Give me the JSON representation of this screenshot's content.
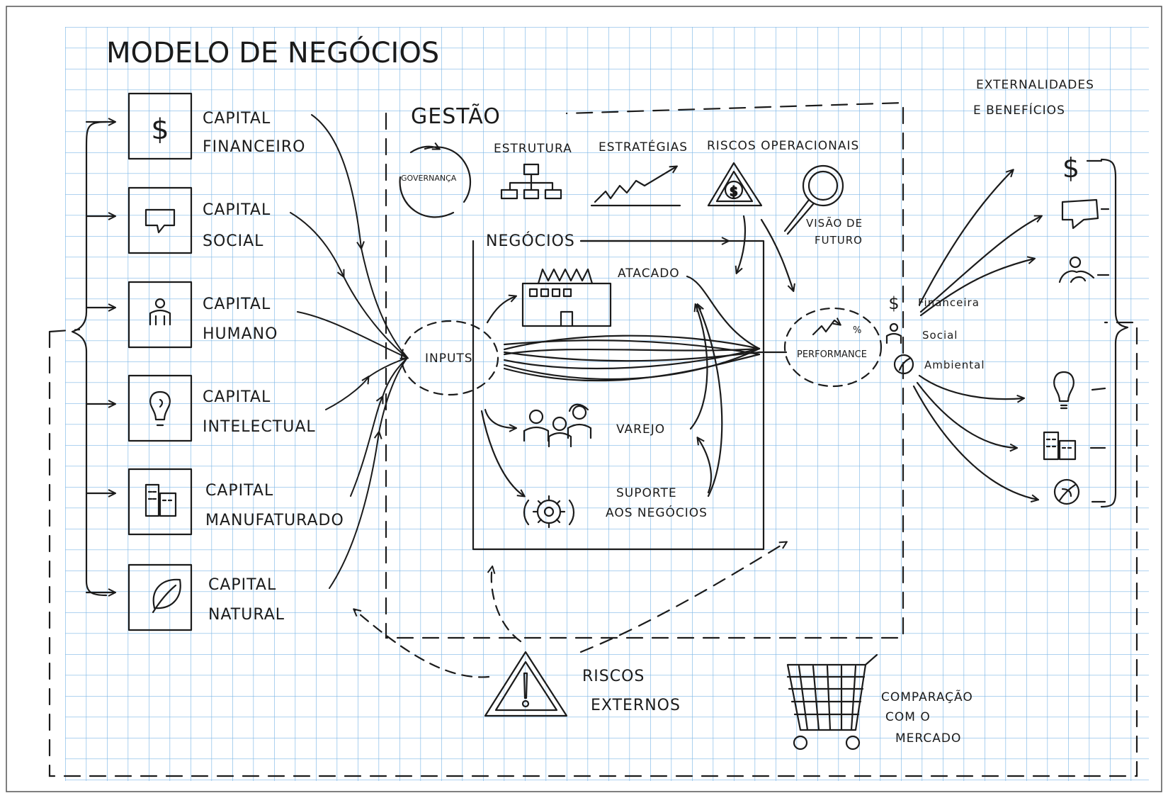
{
  "title": "MODELO DE NEGÓCIOS",
  "capitals": [
    {
      "line1": "CAPITAL",
      "line2": "FINANCEIRO",
      "icon": "dollar-icon"
    },
    {
      "line1": "CAPITAL",
      "line2": "SOCIAL",
      "icon": "speech-bubble-icon"
    },
    {
      "line1": "CAPITAL",
      "line2": "HUMANO",
      "icon": "person-icon"
    },
    {
      "line1": "CAPITAL",
      "line2": "INTELECTUAL",
      "icon": "lightbulb-icon"
    },
    {
      "line1": "CAPITAL",
      "line2": "MANUFATURADO",
      "icon": "buildings-icon"
    },
    {
      "line1": "CAPITAL",
      "line2": "NATURAL",
      "icon": "leaf-icon"
    }
  ],
  "gestao": {
    "title": "GESTÃO",
    "governanca": "GOVERNANÇA",
    "estrutura": "ESTRUTURA",
    "estrategias": "ESTRATÉGIAS",
    "riscos_operacionais": "RISCOS OPERACIONAIS",
    "visao_line1": "VISÃO DE",
    "visao_line2": "FUTURO"
  },
  "negocios": {
    "title": "NEGÓCIOS",
    "atacado": "ATACADO",
    "varejo": "VAREJO",
    "suporte_line1": "SUPORTE",
    "suporte_line2": "AOS NEGÓCIOS"
  },
  "inputs": "INPUTS",
  "performance": "PERFORMANCE",
  "performance_items": [
    "Financeira",
    "Social",
    "Ambiental"
  ],
  "externalidades": {
    "line1": "EXTERNALIDADES",
    "line2": "E BENEFÍCIOS"
  },
  "riscos_externos": {
    "line1": "RISCOS",
    "line2": "EXTERNOS"
  },
  "comparacao": {
    "line1": "COMPARAÇÃO",
    "line2": "COM O",
    "line3": "MERCADO"
  },
  "colors": {
    "grid": "#7fb8e6",
    "ink": "#1b1b1b",
    "paper": "#ffffff"
  }
}
